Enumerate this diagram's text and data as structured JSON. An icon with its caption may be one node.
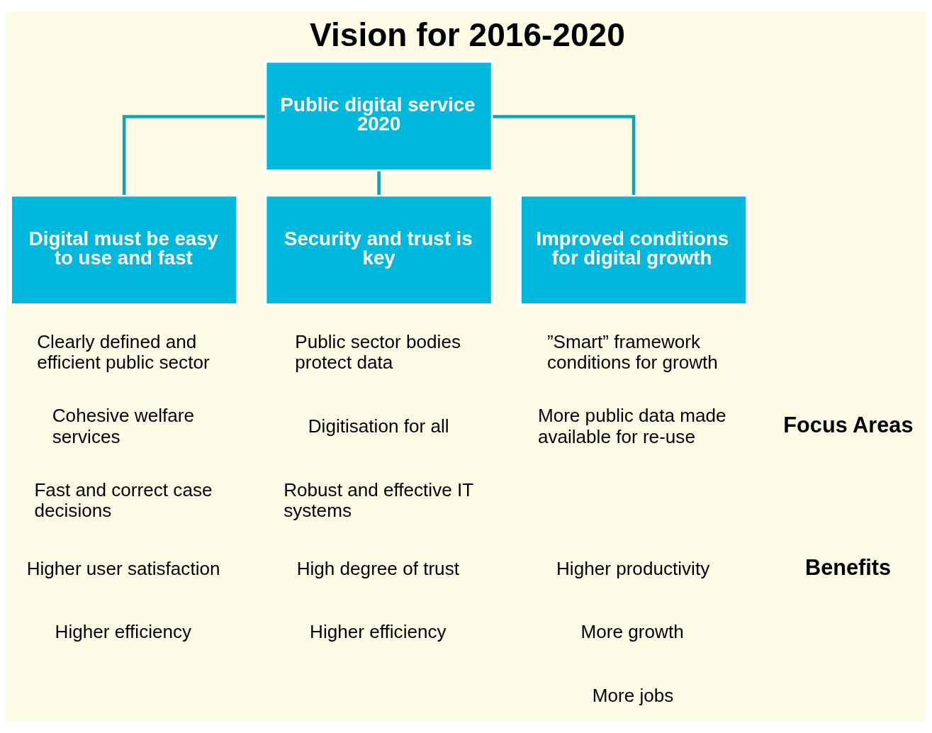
{
  "diagram": {
    "title": "Vision for 2016-2020",
    "nodes": [
      {
        "text": [
          "Public digital service 2020"
        ]
      },
      {
        "text": [
          "Digital must be easy to use and fast"
        ]
      },
      {
        "text": [
          "Security and trust is key"
        ]
      },
      {
        "text": [
          "Improved conditions for digital growth"
        ]
      }
    ],
    "edges": [
      {
        "from": 0,
        "to": 1,
        "arrow": "none"
      },
      {
        "from": 0,
        "to": 2,
        "arrow": "none"
      },
      {
        "from": 0,
        "to": 3,
        "arrow": "none"
      }
    ],
    "labels": [
      "Focus Areas",
      "Clearly defined and efficient public sector",
      "Cohesive welfare services",
      "Fast and correct case decisions",
      "Public sector bodies protect data",
      "Digitisation for all",
      "Robust and effective IT systems",
      "”Smart” framework conditions for growth",
      "More public data made available for re-use",
      "Benefits",
      "Higher user satisfaction",
      "Higher efficiency",
      "High degree of trust",
      "Higher efficiency",
      "Higher productivity",
      "More growth",
      "More jobs"
    ]
  }
}
